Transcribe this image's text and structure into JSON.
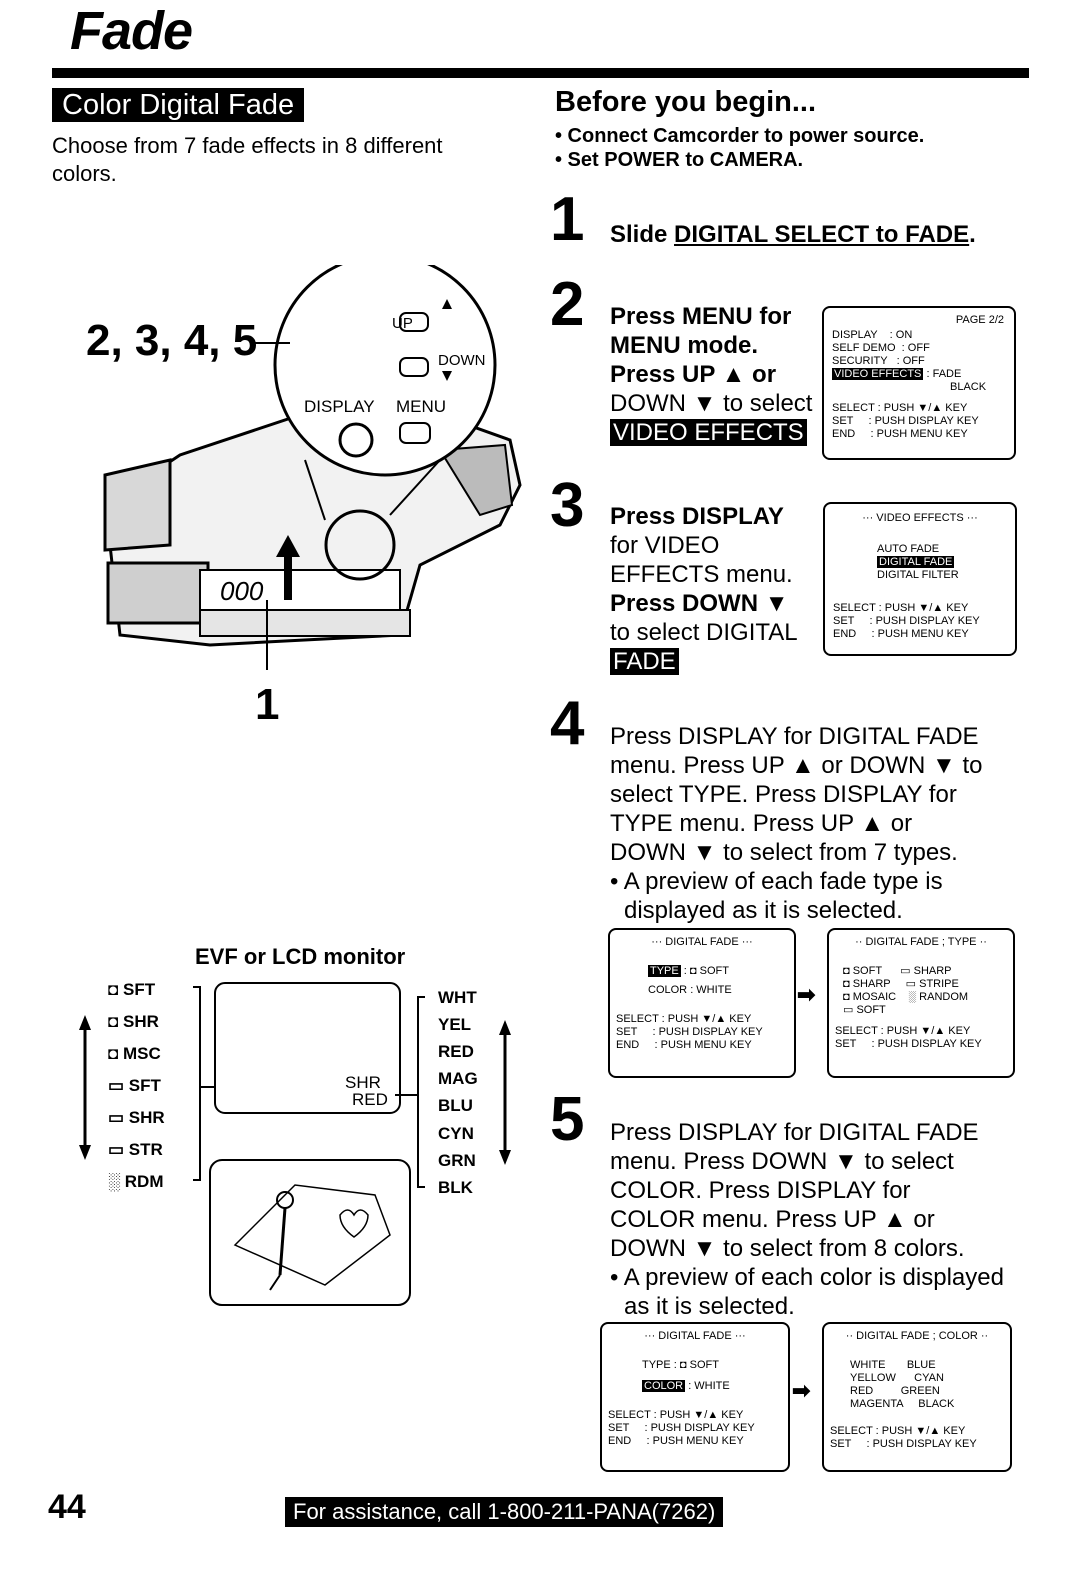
{
  "page": {
    "title": "Fade",
    "section_heading": "Color Digital Fade",
    "intro": "Choose from 7 fade effects in 8 different colors.",
    "page_number": "44",
    "footer": "For assistance, call 1-800-211-PANA(7262)"
  },
  "before": {
    "title": "Before you begin...",
    "bullets": [
      "• Connect Camcorder to power source.",
      "• Set POWER to CAMERA."
    ]
  },
  "figure": {
    "callout_top": "2, 3, 4, 5",
    "callout_bottom": "1",
    "up_label": "UP",
    "down_label": "DOWN",
    "display_label": "DISPLAY",
    "menu_label": "MENU"
  },
  "evf": {
    "label": "EVF or LCD monitor",
    "effects": [
      "SFT",
      "SHR",
      "MSC",
      "SFT",
      "SHR",
      "STR",
      "RDM"
    ],
    "colors": [
      "WHT",
      "YEL",
      "RED",
      "MAG",
      "BLU",
      "CYN",
      "GRN",
      "BLK"
    ],
    "screen_shr": "SHR",
    "screen_red": "RED"
  },
  "steps": [
    {
      "num": "1",
      "parts": [
        "Slide ",
        "DIGITAL SELECT to FADE",
        "."
      ]
    },
    {
      "num": "2",
      "lines": [
        "Press MENU for",
        "MENU mode.",
        "Press UP ▲ or",
        "DOWN ▼ to select",
        "VIDEO EFFECTS"
      ]
    },
    {
      "num": "3",
      "lines": [
        "Press DISPLAY",
        "for VIDEO",
        "EFFECTS menu.",
        "Press DOWN ▼",
        "to select DIGITAL",
        "FADE"
      ]
    },
    {
      "num": "4",
      "lines": [
        "Press DISPLAY for DIGITAL FADE",
        "menu. Press UP ▲ or DOWN ▼ to",
        "select TYPE. Press DISPLAY for",
        "TYPE menu. Press UP ▲ or",
        "DOWN ▼ to select from 7 types.",
        "• A preview of each fade type is",
        "displayed as it is selected."
      ]
    },
    {
      "num": "5",
      "lines": [
        "Press DISPLAY for DIGITAL FADE",
        "menu. Press DOWN ▼ to select",
        "COLOR. Press DISPLAY for",
        "COLOR menu. Press UP ▲ or",
        "DOWN ▼ to select from 8 colors.",
        "• A preview of each color is displayed",
        "as it is selected."
      ]
    }
  ],
  "screens": {
    "menu_page": {
      "page": "PAGE 2/2",
      "rows": [
        "DISPLAY    : ON",
        "SELF DEMO  : OFF",
        "SECURITY   : OFF"
      ],
      "highlight": "VIDEO EFFECTS",
      "highlight_val": ": FADE",
      "highlight_val2": "BLACK",
      "keys": [
        "SELECT : PUSH ▼/▲ KEY",
        "SET     : PUSH DISPLAY KEY",
        "END     : PUSH MENU KEY"
      ]
    },
    "video_effects": {
      "title": "··· VIDEO EFFECTS ···",
      "items": [
        "AUTO FADE",
        "DIGITAL FADE",
        "DIGITAL FILTER"
      ],
      "keys": [
        "SELECT : PUSH ▼/▲ KEY",
        "SET     : PUSH DISPLAY KEY",
        "END     : PUSH MENU KEY"
      ]
    },
    "fade_type_a": {
      "title": "··· DIGITAL FADE ···",
      "type_label": "TYPE",
      "type_val": ": ◘ SOFT",
      "color_label": "COLOR",
      "color_val": ": WHITE",
      "keys": [
        "SELECT : PUSH ▼/▲ KEY",
        "SET     : PUSH DISPLAY KEY",
        "END     : PUSH MENU KEY"
      ]
    },
    "fade_type_b": {
      "title": "·· DIGITAL FADE ; TYPE ··",
      "rows": [
        "◘ SOFT      ▭ SHARP",
        "◘ SHARP     ▭ STRIPE",
        "◘ MOSAIC    ░ RANDOM",
        "▭ SOFT"
      ],
      "keys": [
        "SELECT : PUSH ▼/▲ KEY",
        "SET     : PUSH DISPLAY KEY"
      ]
    },
    "fade_color_a": {
      "title": "··· DIGITAL FADE ···",
      "type_label": "TYPE",
      "type_val": ": ◘ SOFT",
      "color_label": "COLOR",
      "color_val": ": WHITE",
      "keys": [
        "SELECT : PUSH ▼/▲ KEY",
        "SET     : PUSH DISPLAY KEY",
        "END     : PUSH MENU KEY"
      ]
    },
    "fade_color_b": {
      "title": "·· DIGITAL FADE ; COLOR ··",
      "rows": [
        "WHITE       BLUE",
        "YELLOW      CYAN",
        "RED         GREEN",
        "MAGENTA     BLACK"
      ],
      "keys": [
        "SELECT : PUSH ▼/▲ KEY",
        "SET     : PUSH DISPLAY KEY"
      ]
    }
  }
}
